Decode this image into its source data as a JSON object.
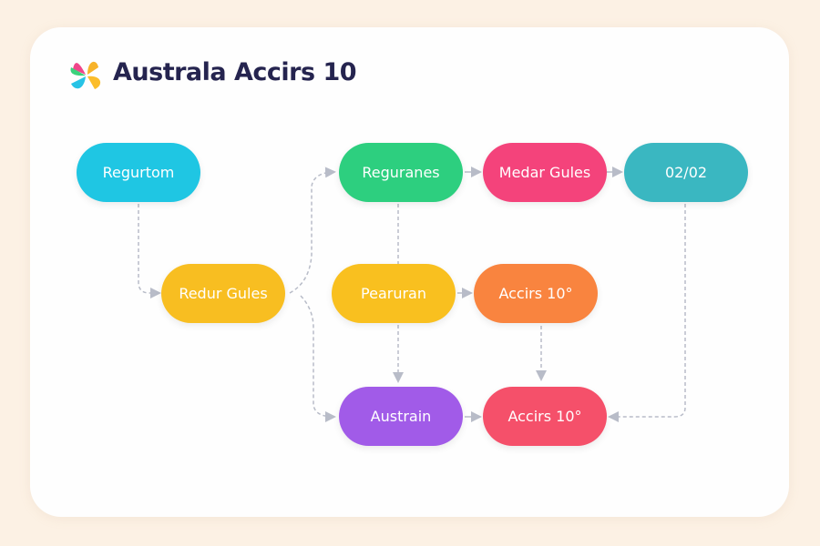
{
  "header": {
    "title": "Australa Accirs 10",
    "logo_icon": "pinwheel-logo-icon"
  },
  "nodes": [
    {
      "id": "n1",
      "label": "Regurtom",
      "color": "#1fc6e3"
    },
    {
      "id": "n2",
      "label": "Reguranes",
      "color": "#2dcf7f"
    },
    {
      "id": "n3",
      "label": "Medar Gules",
      "color": "#f4437b"
    },
    {
      "id": "n4",
      "label": "02/02",
      "color": "#3ab7c1"
    },
    {
      "id": "n5",
      "label": "Redur Gules",
      "color": "#f8be21"
    },
    {
      "id": "n6",
      "label": "Pearuran",
      "color": "#f9c01f"
    },
    {
      "id": "n7",
      "label": "Accirs 10°",
      "color": "#f9843f"
    },
    {
      "id": "n8",
      "label": "Austrain",
      "color": "#a15be8"
    },
    {
      "id": "n9",
      "label": "Accirs 10°",
      "color": "#f5506a"
    }
  ],
  "edge_color": "#b8bcc8"
}
